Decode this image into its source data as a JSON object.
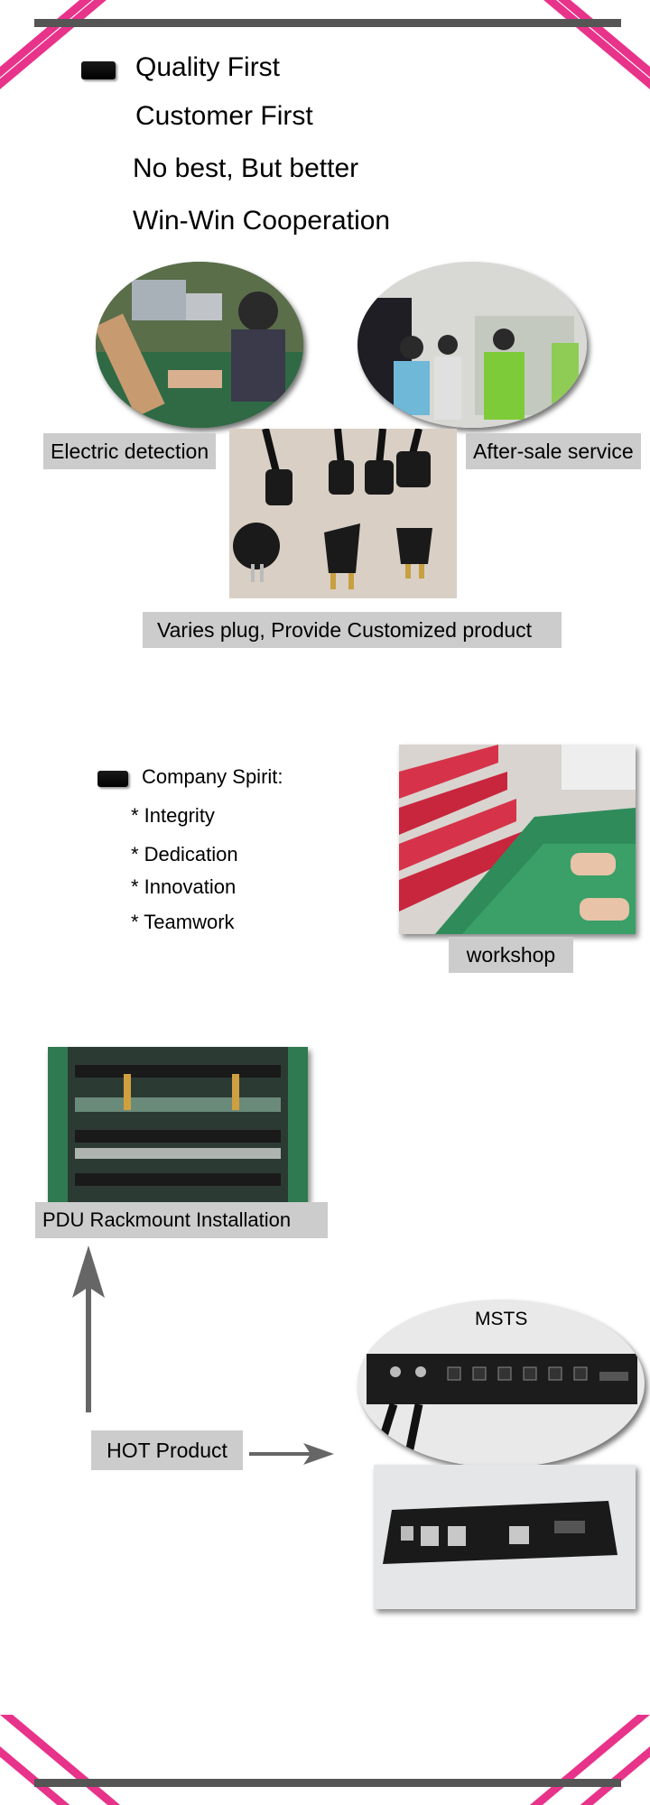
{
  "values": {
    "title": "Quality First",
    "lines": [
      "Customer First",
      "No best, But better",
      "Win-Win Cooperation"
    ]
  },
  "photos": {
    "electric_label": "Electric detection",
    "aftersale_label": "After-sale service",
    "plug_label": "Varies plug, Provide Customized product"
  },
  "spirit": {
    "heading": "Company Spirit:",
    "items": [
      "* Integrity",
      "* Dedication",
      "* Innovation",
      "* Teamwork"
    ],
    "workshop_label": "workshop"
  },
  "products": {
    "rack_label": "PDU Rackmount Installation",
    "hot_label": "HOT Product",
    "msts_label": "MSTS"
  },
  "colors": {
    "accent": "#e8338a",
    "bar": "#555555",
    "label_bg": "#cccccc",
    "arrow": "#666666"
  }
}
